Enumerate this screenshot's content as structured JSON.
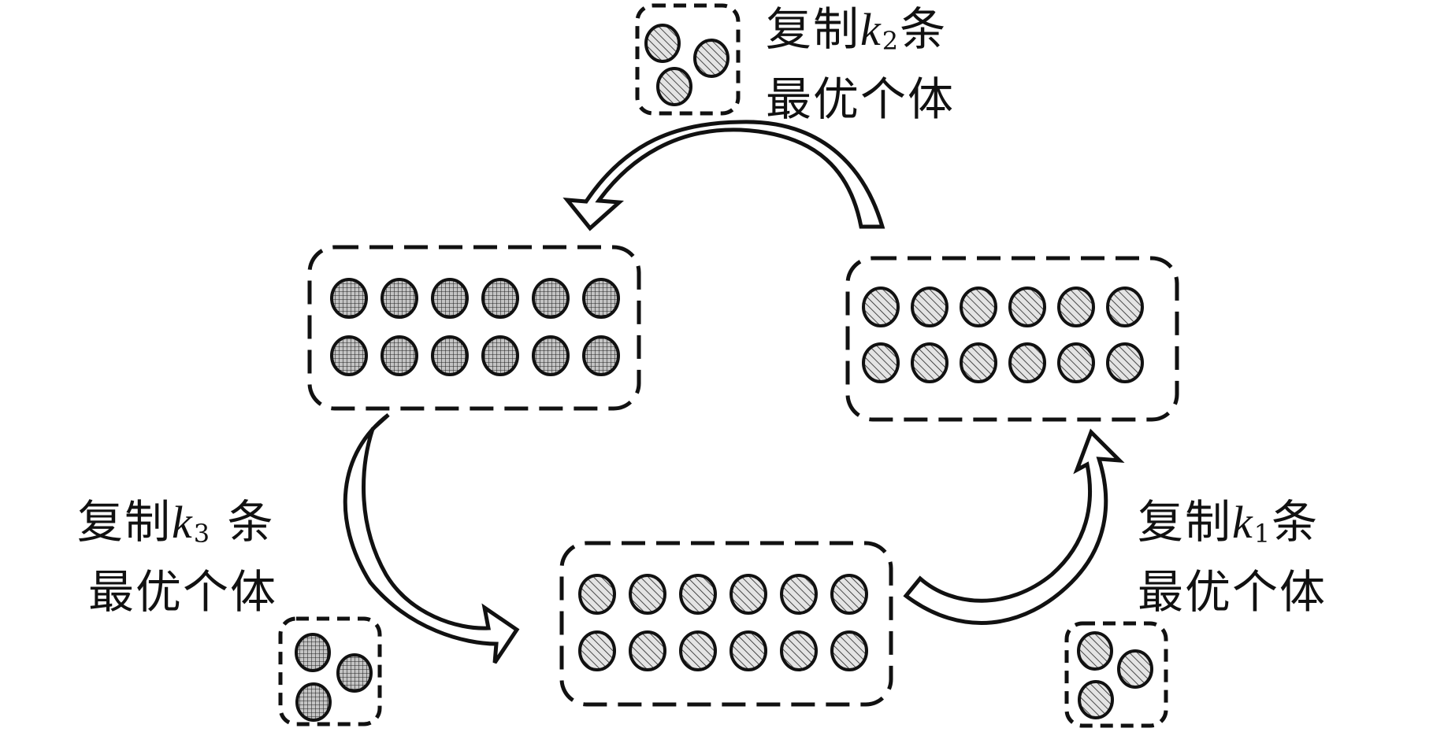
{
  "populations": [
    {
      "id": "top-left",
      "pattern": "grid",
      "rows": 2,
      "cols": 6
    },
    {
      "id": "right",
      "pattern": "hatch",
      "rows": 2,
      "cols": 6
    },
    {
      "id": "bottom",
      "pattern": "hatch",
      "rows": 2,
      "cols": 6
    }
  ],
  "elite_groups": [
    {
      "id": "k2",
      "pattern": "hatch",
      "count": 3
    },
    {
      "id": "k3",
      "pattern": "grid",
      "count": 3
    },
    {
      "id": "k1",
      "pattern": "hatch",
      "count": 3
    }
  ],
  "labels": {
    "k2": {
      "prefix": "复制",
      "var": "k",
      "sub": "2",
      "suffix": "条",
      "line2": "最优个体"
    },
    "k3": {
      "prefix": "复制",
      "var": "k",
      "sub": "3",
      "suffix": " 条",
      "line2": "最优个体"
    },
    "k1": {
      "prefix": "复制",
      "var": "k",
      "sub": "1",
      "suffix": "条",
      "line2": "最优个体"
    }
  },
  "colors": {
    "stroke": "#111111",
    "circle_fill": "#d8d8d8",
    "grid_fill": "#bdbdbd"
  }
}
